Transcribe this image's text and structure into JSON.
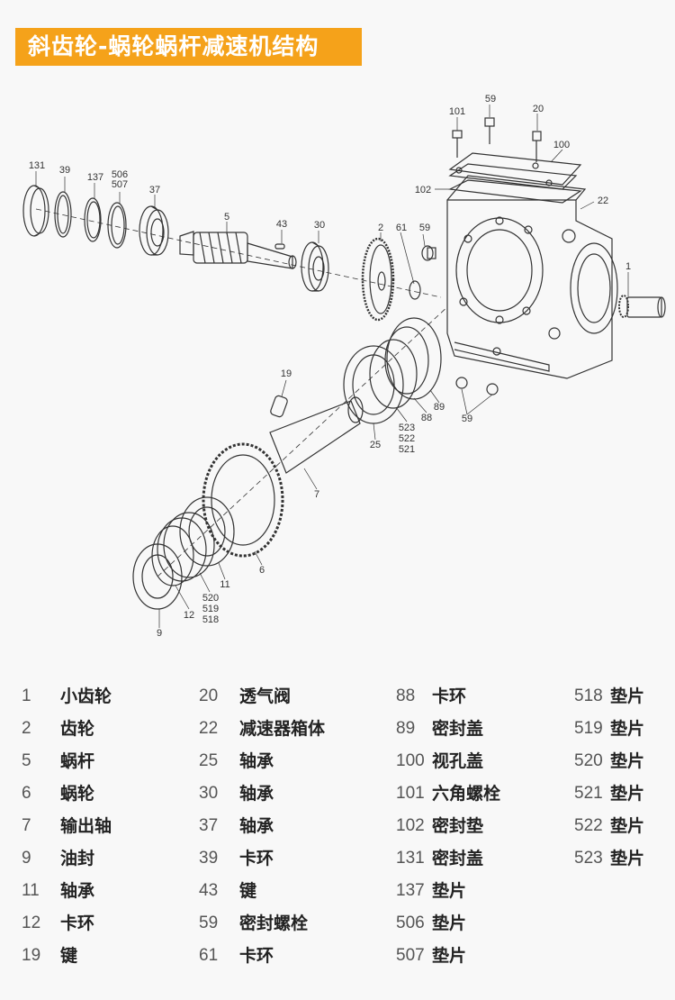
{
  "title": "斜齿轮-蜗轮蜗杆减速机结构",
  "callouts": [
    "131",
    "39",
    "137",
    "506",
    "507",
    "37",
    "5",
    "43",
    "30",
    "2",
    "61",
    "59",
    "101",
    "59",
    "20",
    "100",
    "102",
    "22",
    "1",
    "19",
    "89",
    "88",
    "523",
    "522",
    "521",
    "25",
    "59",
    "7",
    "6",
    "11",
    "520",
    "519",
    "518",
    "12",
    "9"
  ],
  "legend": [
    [
      {
        "num": "1",
        "name": "小齿轮"
      },
      {
        "num": "2",
        "name": "齿轮"
      },
      {
        "num": "5",
        "name": "蜗杆"
      },
      {
        "num": "6",
        "name": "蜗轮"
      },
      {
        "num": "7",
        "name": "输出轴"
      },
      {
        "num": "9",
        "name": "油封"
      },
      {
        "num": "11",
        "name": "轴承"
      },
      {
        "num": "12",
        "name": "卡环"
      },
      {
        "num": "19",
        "name": "键"
      }
    ],
    [
      {
        "num": "20",
        "name": "透气阀"
      },
      {
        "num": "22",
        "name": "减速器箱体"
      },
      {
        "num": "25",
        "name": "轴承"
      },
      {
        "num": "30",
        "name": "轴承"
      },
      {
        "num": "37",
        "name": "轴承"
      },
      {
        "num": "39",
        "name": "卡环"
      },
      {
        "num": "43",
        "name": "键"
      },
      {
        "num": "59",
        "name": "密封螺栓"
      },
      {
        "num": "61",
        "name": "卡环"
      }
    ],
    [
      {
        "num": "88",
        "name": "卡环"
      },
      {
        "num": "89",
        "name": "密封盖"
      },
      {
        "num": "100",
        "name": "视孔盖"
      },
      {
        "num": "101",
        "name": "六角螺栓"
      },
      {
        "num": "102",
        "name": "密封垫"
      },
      {
        "num": "131",
        "name": "密封盖"
      },
      {
        "num": "137",
        "name": "垫片"
      },
      {
        "num": "506",
        "name": "垫片"
      },
      {
        "num": "507",
        "name": "垫片"
      }
    ],
    [
      {
        "num": "518",
        "name": "垫片"
      },
      {
        "num": "519",
        "name": "垫片"
      },
      {
        "num": "520",
        "name": "垫片"
      },
      {
        "num": "521",
        "name": "垫片"
      },
      {
        "num": "522",
        "name": "垫片"
      },
      {
        "num": "523",
        "name": "垫片"
      }
    ]
  ]
}
